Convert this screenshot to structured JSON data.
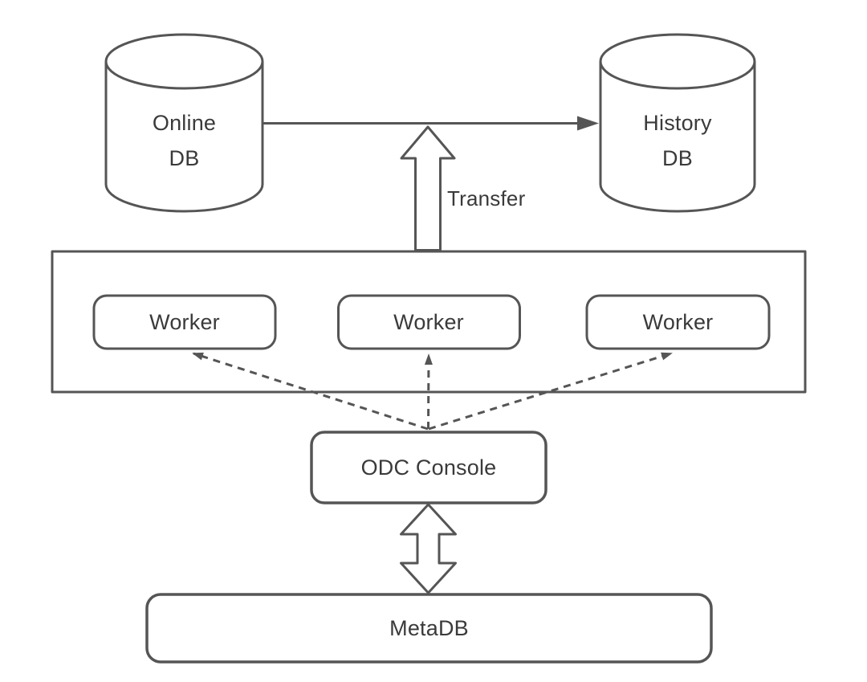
{
  "diagram": {
    "colors": {
      "background": "#ffffff",
      "stroke": "#555555",
      "text": "#3a3a3a"
    },
    "nodes": {
      "online_db": {
        "type": "database-cylinder",
        "label_line1": "Online",
        "label_line2": "DB"
      },
      "history_db": {
        "type": "database-cylinder",
        "label_line1": "History",
        "label_line2": "DB"
      },
      "worker_1": {
        "type": "rounded-box",
        "label": "Worker"
      },
      "worker_2": {
        "type": "rounded-box",
        "label": "Worker"
      },
      "worker_3": {
        "type": "rounded-box",
        "label": "Worker"
      },
      "odc_console": {
        "type": "rounded-box",
        "label": "ODC Console"
      },
      "meta_db": {
        "type": "rounded-box",
        "label": "MetaDB"
      }
    },
    "edges": {
      "online_to_history": {
        "type": "solid-arrow",
        "label": ""
      },
      "transfer": {
        "type": "block-arrow-up",
        "label": "Transfer"
      },
      "console_to_worker_1": {
        "type": "dashed-arrow",
        "label": ""
      },
      "console_to_worker_2": {
        "type": "dashed-arrow",
        "label": ""
      },
      "console_to_worker_3": {
        "type": "dashed-arrow",
        "label": ""
      },
      "console_to_metadb": {
        "type": "double-block-arrow",
        "label": ""
      }
    }
  }
}
